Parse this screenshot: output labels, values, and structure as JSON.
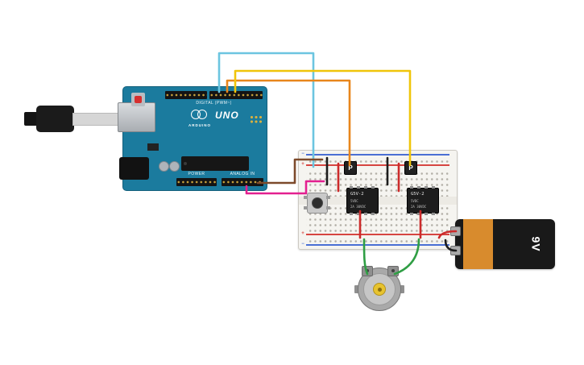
{
  "canvas": {
    "background": "#ffffff"
  },
  "usb_cable": {
    "plug_color": "#1b1b1b",
    "cord_color": "#d6d6d6"
  },
  "arduino": {
    "board_color": "#1b7b9e",
    "labels": {
      "digital": "DIGITAL (PWM~)",
      "brand": "ARDUINO",
      "model": "UNO",
      "power": "POWER",
      "analog": "ANALOG IN"
    }
  },
  "breadboard": {
    "plus": "+",
    "minus": "−",
    "rail_red": "#d64541",
    "rail_blue": "#4a6fd4"
  },
  "relays": [
    {
      "line1": "G5V-2",
      "line2": "5VDC",
      "line3": "2A 30VDC"
    },
    {
      "line1": "G5V-2",
      "line2": "5VDC",
      "line3": "2A 30VDC"
    }
  ],
  "transistors": [
    {
      "label": "P"
    },
    {
      "label": "P"
    }
  ],
  "battery": {
    "label": "9V",
    "body_color": "#191919",
    "band_color": "#d88b2d"
  },
  "wires": {
    "cyan": "#6cc5e0",
    "orange": "#e8861c",
    "yellow": "#f0c50a",
    "pink": "#e32090",
    "brown": "#7d4a2b",
    "green": "#2f9e44",
    "red": "#cc2b2b",
    "black": "#1c1c1c"
  }
}
